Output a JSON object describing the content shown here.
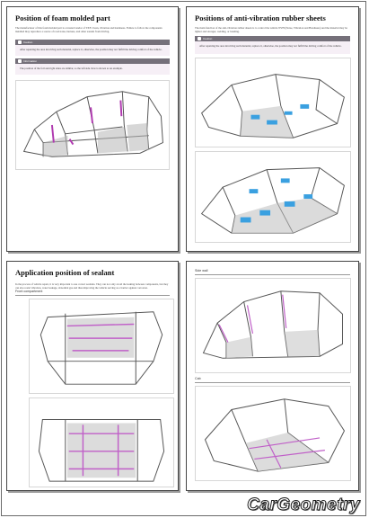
{
  "pages": {
    "p1": {
      "title": "Position of foam molded part",
      "intro": "The manufacturer of this foam molded part is a trusted vendor of TXF. Clean, vibration and harshness. Failure to follow the components installed may reproduce a source of road noise, harness, and other sounds from driving.",
      "note1_head": "Caution",
      "note1_body": "After repairing the area involving such material, replace it, otherwise, the position may not fulfill the driving comfort of the vehicle.",
      "note2_head": "Information",
      "note2_body": "The position of the foil and right sides are similar, so the left side view is shown as an example."
    },
    "p2": {
      "title": "Positions of anti-vibration rubber sheets",
      "intro": "The main function of the anti-vibration rubber sheets is to control the vehicle NVH (Noise, Vibration and Harshness) and the material may be lighter and stronger, welding, or bending.",
      "note_head": "Caution",
      "note_body": "After repairing the area involving such material, replace it, otherwise, the position may not fulfill the driving comfort of the vehicle."
    },
    "p3": {
      "title": "Application position of sealant",
      "intro": "In the process of vehicle repair, it is very important to use correct sealants. They can not only avoid the leaking between components, but they can also resist vibration, water leakage, abnormal gas and thus improving the vehicle serving as a barrier against corrosion.",
      "section": "Front compartment"
    },
    "p4": {
      "label1": "Side wall",
      "label2": "Cab"
    }
  },
  "logo": "CarGeometry",
  "colors": {
    "note_bar": "#75707a",
    "note_bg": "#f6eff6",
    "highlight_foam": "#b03ab0",
    "highlight_rubber": "#3aa0e0",
    "highlight_sealant": "#c060c8"
  }
}
